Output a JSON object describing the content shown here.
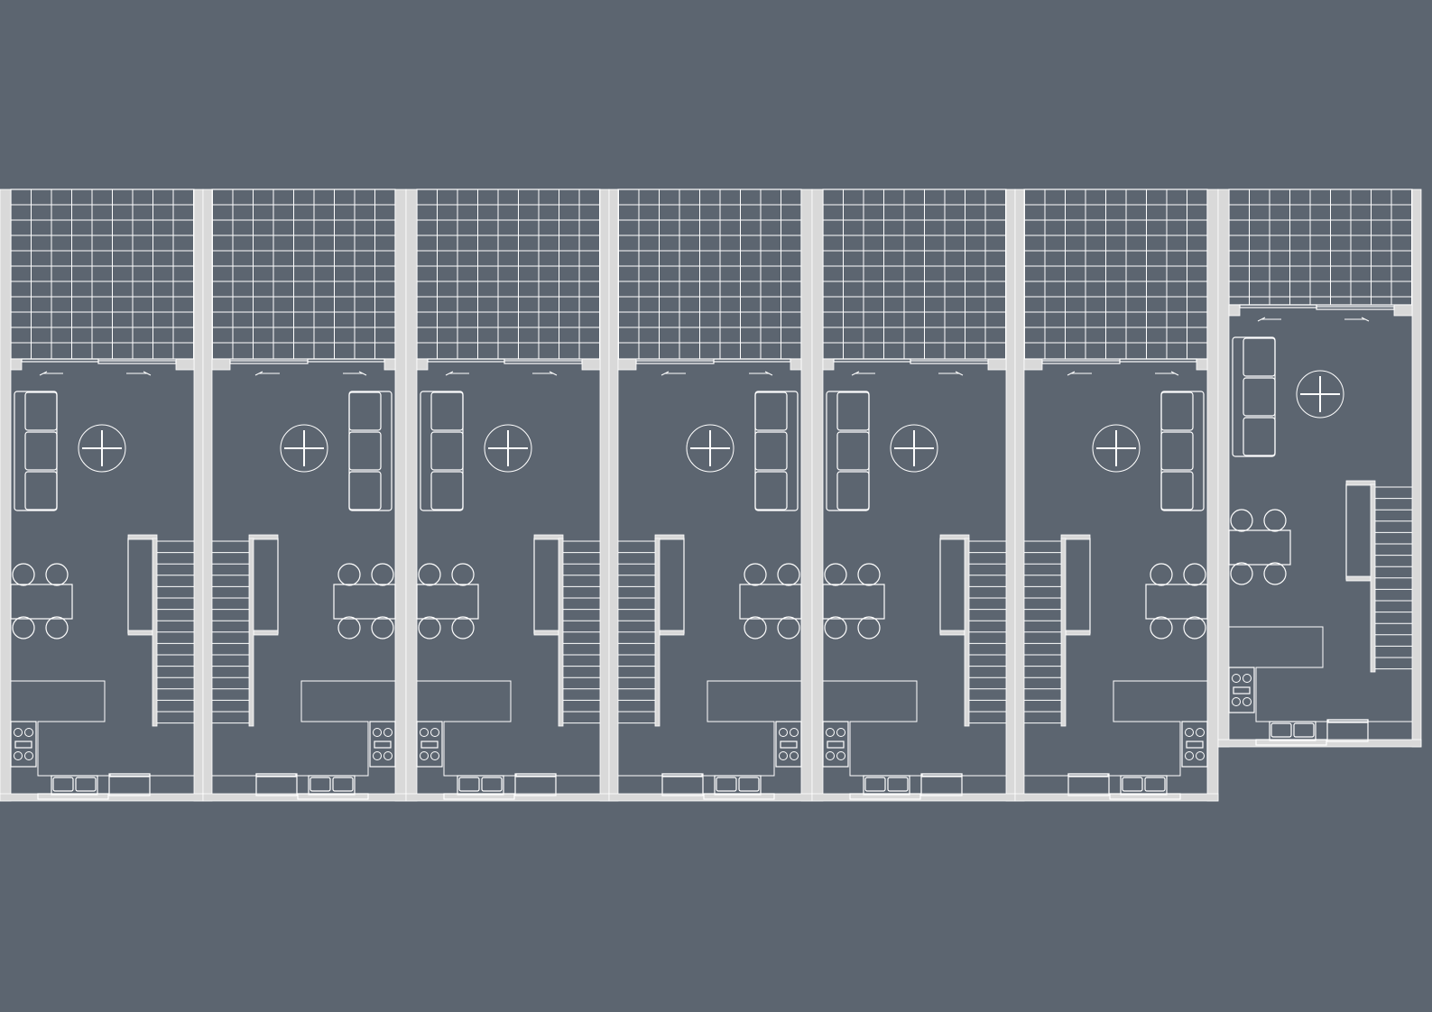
{
  "colors": {
    "background": "#5c6570",
    "line": "#ffffff",
    "wall": "#d9d9d9"
  },
  "plan": {
    "units": [
      {
        "mirrored": false,
        "raised": false
      },
      {
        "mirrored": true,
        "raised": false
      },
      {
        "mirrored": false,
        "raised": false
      },
      {
        "mirrored": true,
        "raised": false
      },
      {
        "mirrored": false,
        "raised": false
      },
      {
        "mirrored": true,
        "raised": false
      },
      {
        "mirrored": false,
        "raised": true
      }
    ],
    "rooms": [
      "patio",
      "living",
      "dining",
      "stair",
      "kitchen"
    ],
    "icons": [
      "sofa-icon",
      "round-table-icon",
      "dining-table-icon",
      "chair-icon",
      "stair-icon",
      "cooktop-icon",
      "sink-icon",
      "sliding-door-icon"
    ]
  }
}
